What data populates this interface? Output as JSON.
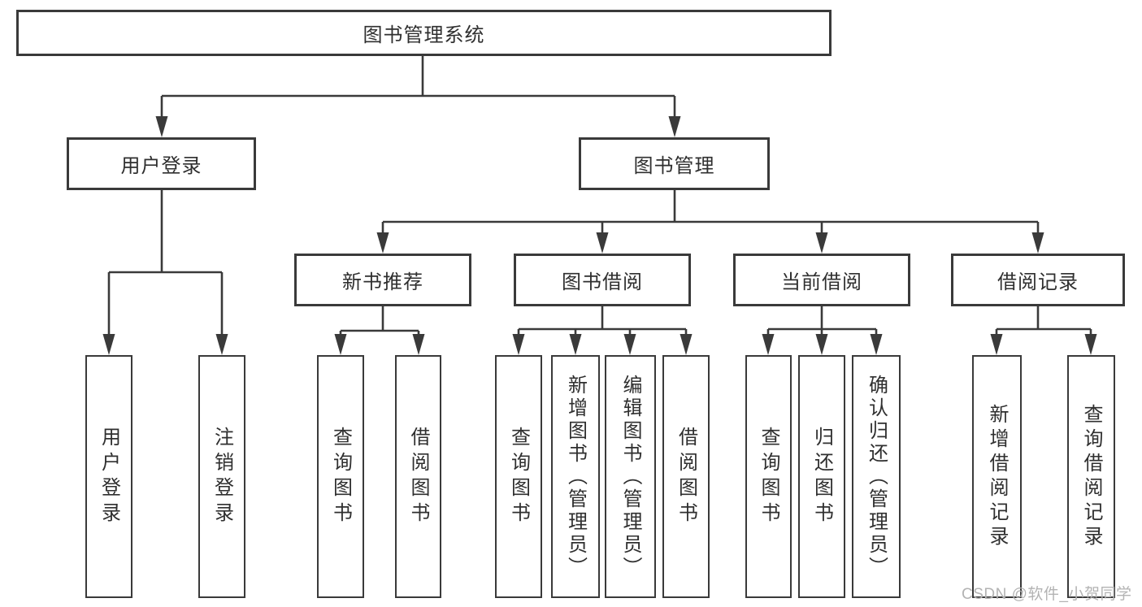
{
  "diagram": {
    "type": "hierarchy-tree",
    "title": "图书管理系统",
    "watermark": "CSDN @软件_小贺同学",
    "colors": {
      "line": "#3a3a3a",
      "box_border": "#3a3a3a",
      "box_fill": "#ffffff",
      "text": "#2f2f2f",
      "watermark_text": "#b3b3b3",
      "background": "#ffffff"
    },
    "nodes": {
      "root": {
        "label": "图书管理系统"
      },
      "user_login": {
        "label": "用户登录"
      },
      "book_mgmt": {
        "label": "图书管理"
      },
      "new_book_rec": {
        "label": "新书推荐"
      },
      "book_borrow": {
        "label": "图书借阅"
      },
      "current_borrow": {
        "label": "当前借阅"
      },
      "borrow_record": {
        "label": "借阅记录"
      },
      "ul_login": {
        "label": "用户登录"
      },
      "ul_logout": {
        "label": "注销登录"
      },
      "nbr_query": {
        "label": "查询图书"
      },
      "nbr_borrow": {
        "label": "借阅图书"
      },
      "bb_query": {
        "label": "查询图书"
      },
      "bb_add": {
        "label": "新增图书（管理员）"
      },
      "bb_edit": {
        "label": "编辑图书（管理员）"
      },
      "bb_borrow": {
        "label": "借阅图书"
      },
      "cb_query": {
        "label": "查询图书"
      },
      "cb_return": {
        "label": "归还图书"
      },
      "cb_confirm": {
        "label": "确认归还（管理员）"
      },
      "br_add": {
        "label": "新增借阅记录"
      },
      "br_query": {
        "label": "查询借阅记录"
      }
    },
    "hierarchy": {
      "图书管理系统": [
        "用户登录",
        "图书管理"
      ],
      "用户登录": [
        "用户登录",
        "注销登录"
      ],
      "图书管理": [
        "新书推荐",
        "图书借阅",
        "当前借阅",
        "借阅记录"
      ],
      "新书推荐": [
        "查询图书",
        "借阅图书"
      ],
      "图书借阅": [
        "查询图书",
        "新增图书（管理员）",
        "编辑图书（管理员）",
        "借阅图书"
      ],
      "当前借阅": [
        "查询图书",
        "归还图书",
        "确认归还（管理员）"
      ],
      "借阅记录": [
        "新增借阅记录",
        "查询借阅记录"
      ]
    }
  }
}
